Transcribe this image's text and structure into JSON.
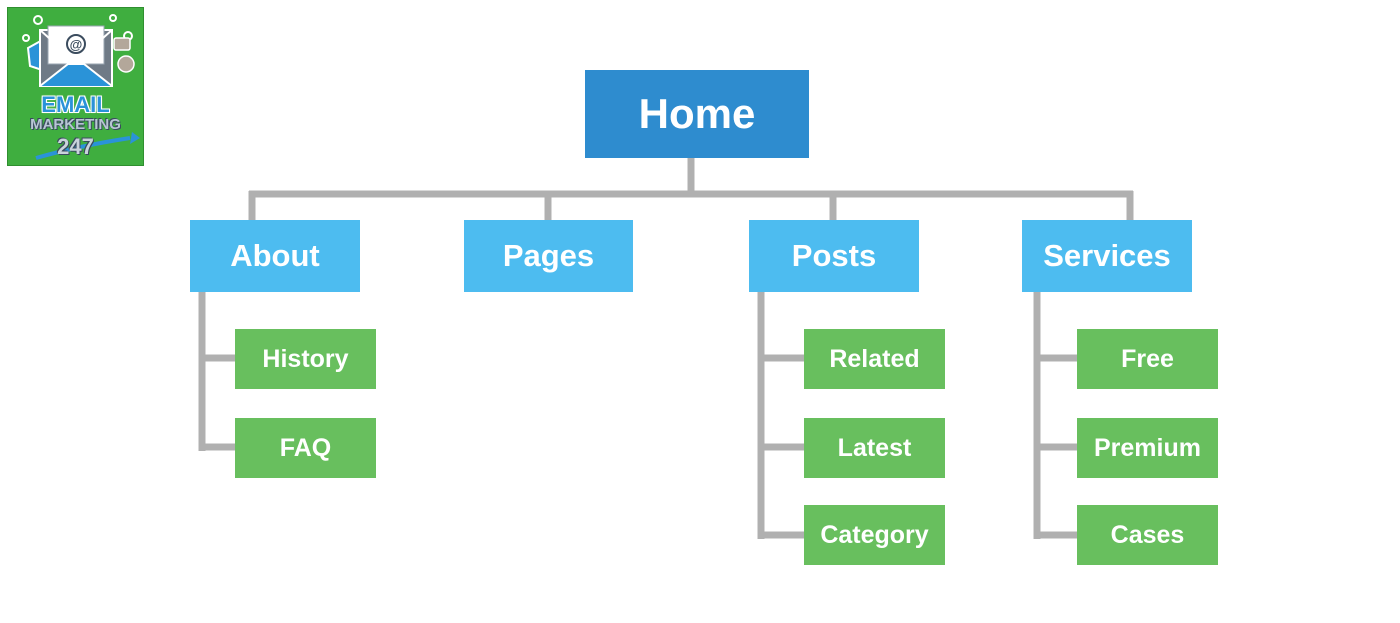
{
  "logo": {
    "line1": "EMAIL",
    "line2": "MARKETING",
    "line3": "247"
  },
  "colors": {
    "root": "#2e8ccf",
    "level1": "#4dbcf0",
    "level2": "#68bf5e",
    "connector": "#b0b0b0",
    "text": "#ffffff"
  },
  "tree": {
    "root": "Home",
    "sections": [
      {
        "label": "About",
        "children": [
          "History",
          "FAQ"
        ]
      },
      {
        "label": "Pages",
        "children": []
      },
      {
        "label": "Posts",
        "children": [
          "Related",
          "Latest",
          "Category"
        ]
      },
      {
        "label": "Services",
        "children": [
          "Free",
          "Premium",
          "Cases"
        ]
      }
    ]
  }
}
